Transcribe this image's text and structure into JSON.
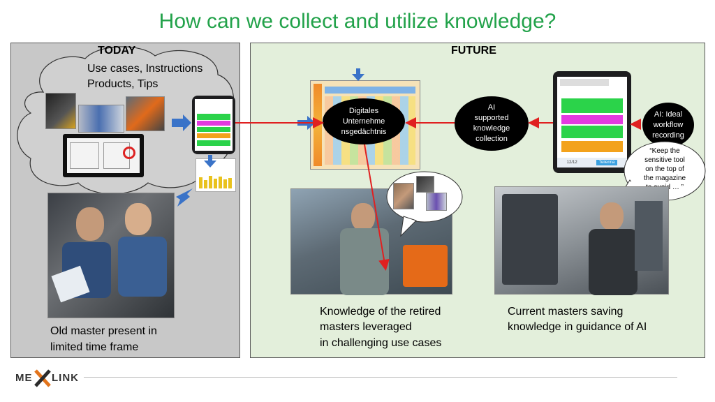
{
  "title": "How can we collect and utilize knowledge?",
  "today": {
    "heading": "TODAY",
    "cloud_line1": "Use cases, Instructions",
    "cloud_line2": "Products, Tips",
    "caption_line1": "Old master present in",
    "caption_line2": "limited time frame"
  },
  "future": {
    "heading": "FUTURE",
    "memory_label_line1": "Digitales",
    "memory_label_line2": "Unternehme",
    "memory_label_line3": "nsgedächtnis",
    "ai_collection_line1": "AI",
    "ai_collection_line2": "supported",
    "ai_collection_line3": "knowledge",
    "ai_collection_line4": "collection",
    "ai_workflow_line1": "AI: Ideal",
    "ai_workflow_line2": "workflow",
    "ai_workflow_line3": "recording",
    "quote_line1": "“Keep the",
    "quote_line2": "sensitive tool",
    "quote_line3": "on the top of",
    "quote_line4": "the magazine",
    "quote_line5": "to avoid … ”",
    "caption_mid_line1": "Knowledge of the retired",
    "caption_mid_line2": "masters leveraged",
    "caption_mid_line3": "in challenging use cases",
    "caption_right_line1": "Current masters saving",
    "caption_right_line2": "knowledge in guidance of AI",
    "phone_page": "12/12",
    "phone_button": "Teilenna"
  },
  "logo": {
    "left": "ME",
    "right": "LINK"
  },
  "colors": {
    "title": "#22a24a",
    "arrow_red": "#e02020",
    "arrow_blue": "#3a73c8",
    "future_bg": "#e3efdb",
    "today_bg": "#c8c8c8"
  }
}
